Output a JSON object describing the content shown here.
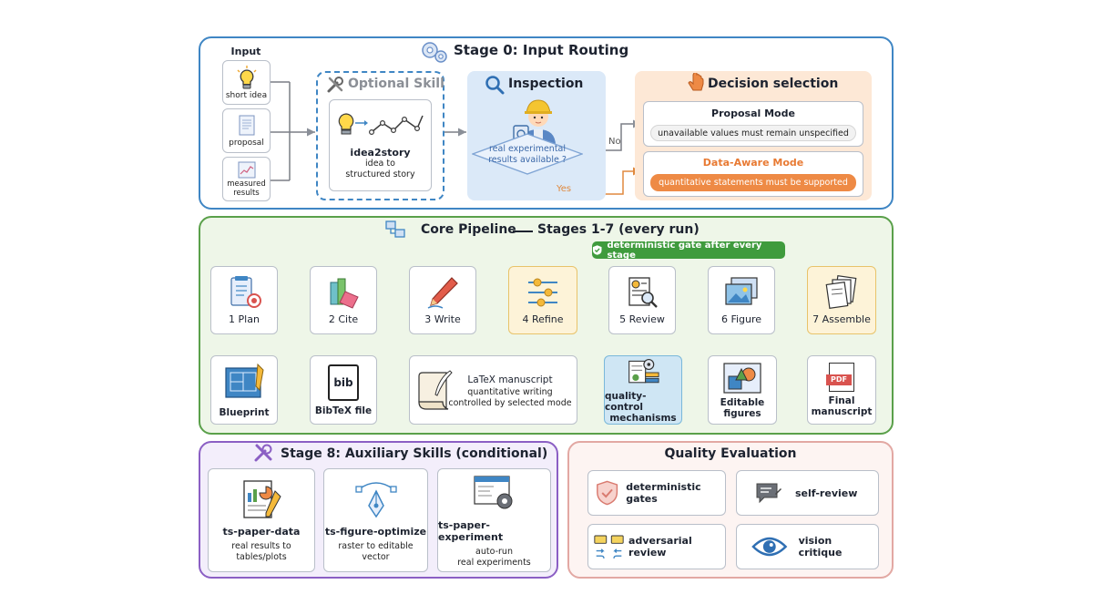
{
  "stage0": {
    "title": "Stage 0:  Input Routing",
    "input_label": "Input",
    "inputs": [
      "short idea",
      "proposal",
      "measured results"
    ],
    "optional_skill": {
      "title": "Optional Skill",
      "name": "idea2story",
      "desc1": "idea to",
      "desc2": "structured story"
    },
    "inspection": {
      "title": "Inspection",
      "question1": "real experimental",
      "question2": "results available ?",
      "no": "No",
      "yes": "Yes"
    },
    "decision": {
      "title": "Decision selection",
      "proposal_mode": "Proposal Mode",
      "proposal_rule": "unavailable values must remain unspecified",
      "data_mode": "Data-Aware Mode",
      "data_rule": "quantitative statements must be supported"
    }
  },
  "core": {
    "title": "Core Pipeline",
    "subtitle": "Stages 1-7 (every run)",
    "gate": "deterministic gate after every stage",
    "stages": [
      "1 Plan",
      "2 Cite",
      "3 Write",
      "4 Refine",
      "5 Review",
      "6 Figure",
      "7 Assemble"
    ],
    "outputs": {
      "blueprint": "Blueprint",
      "bibtex": "BibTeX file",
      "bib_icon": "bib",
      "latex1": "LaTeX manuscript",
      "latex2": "quantitative writing",
      "latex3": "controlled by selected mode",
      "qc1": "quality-control",
      "qc2": "mechanisms",
      "fig1": "Editable",
      "fig2": "figures",
      "final1": "Final",
      "final2": "manuscript",
      "pdf": "PDF"
    }
  },
  "stage8": {
    "title": "Stage 8: Auxiliary Skills (conditional)",
    "skills": [
      {
        "name": "ts-paper-data",
        "d1": "real results to",
        "d2": "tables/plots"
      },
      {
        "name": "ts-figure-optimize",
        "d1": "raster to editable",
        "d2": "vector"
      },
      {
        "name": "ts-paper-experiment",
        "d1": "auto-run",
        "d2": "real experiments"
      }
    ]
  },
  "quality": {
    "title": "Quality Evaluation",
    "items": [
      "deterministic gates",
      "self-review",
      "adversarial review",
      "vision critique"
    ]
  },
  "colors": {
    "blue": "#3f86c4",
    "green": "#5aa04a",
    "purple": "#8b5fc4",
    "pink": "#e2a8a3",
    "orange": "#ee8a45",
    "gate": "#3f9b3d"
  }
}
